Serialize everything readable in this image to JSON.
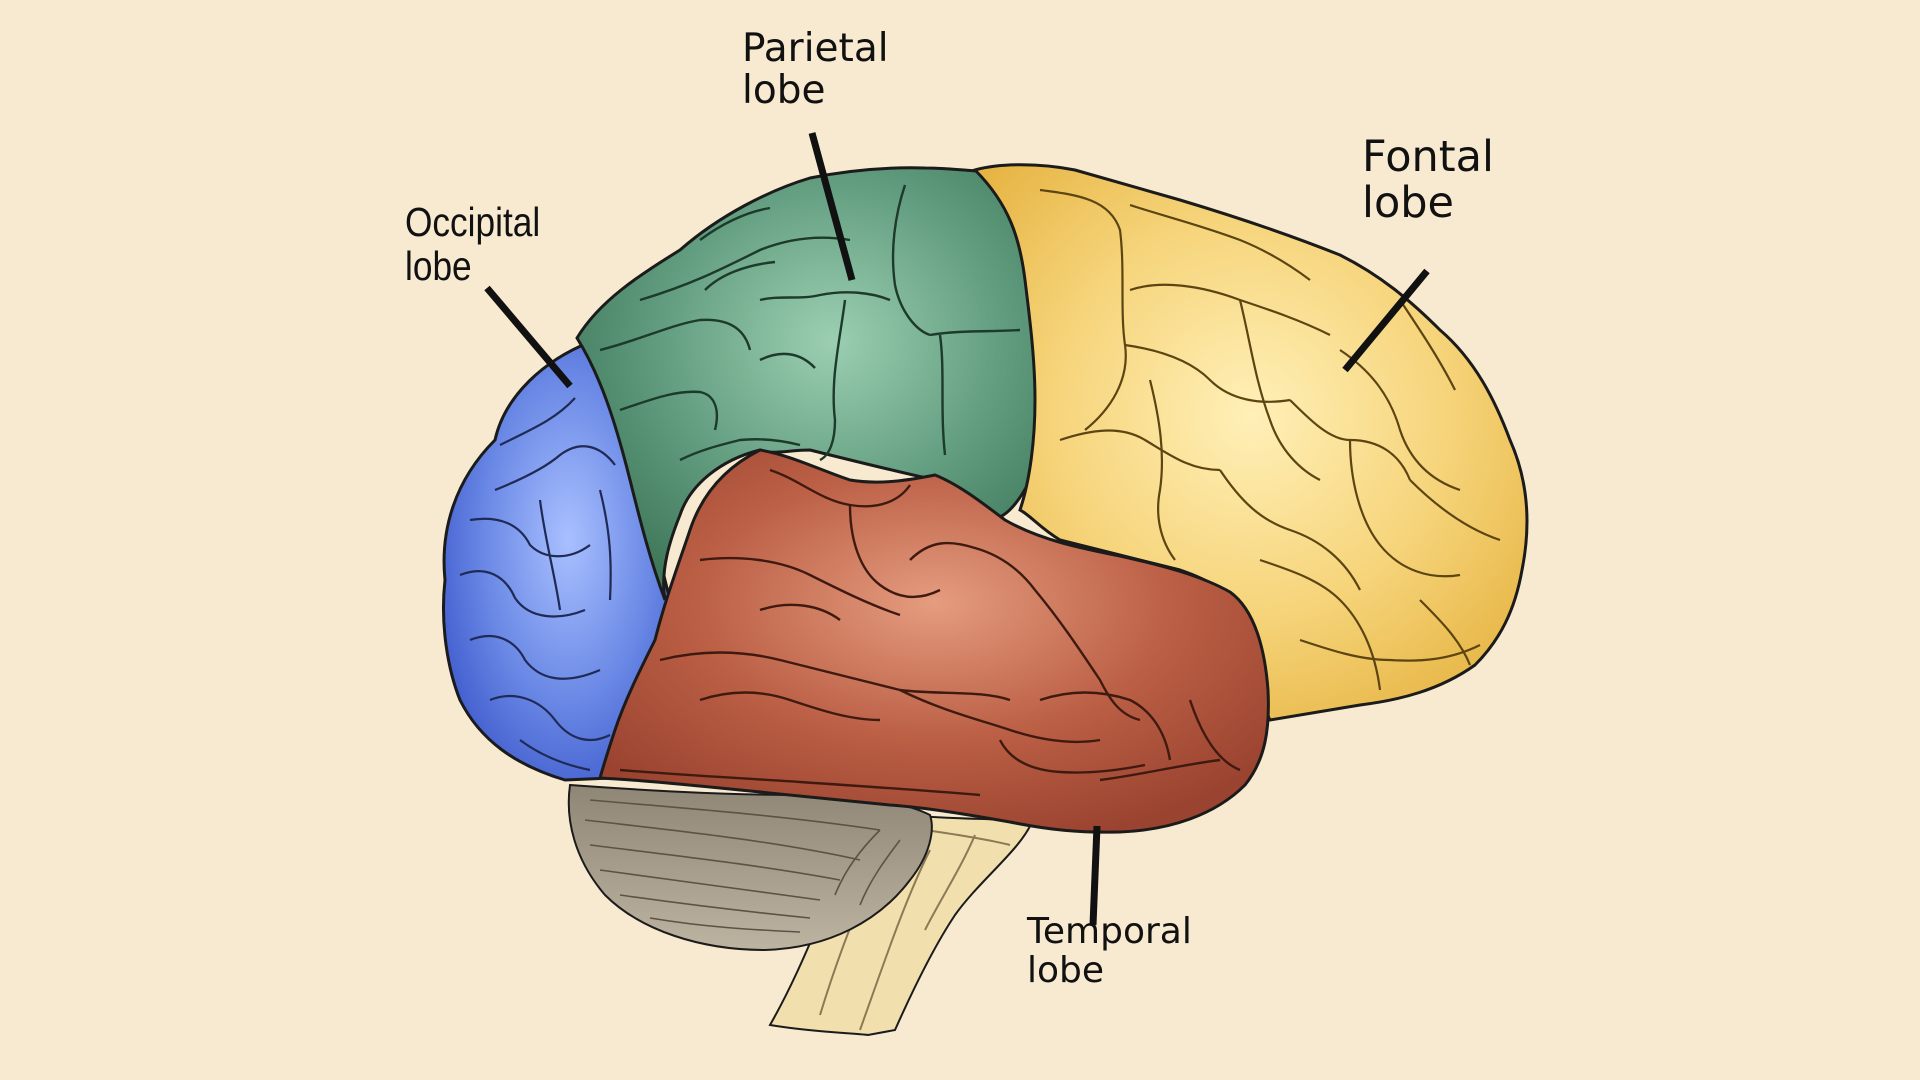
{
  "labels": {
    "occipital": {
      "line1": "Occipital",
      "line2": "lobe"
    },
    "parietal": {
      "line1": "Parietal",
      "line2": "lobe"
    },
    "frontal": {
      "line1": "Fontal",
      "line2": "lobe"
    },
    "temporal": {
      "line1": "Temporal",
      "line2": "lobe"
    }
  },
  "colors": {
    "background": "#f7ead0",
    "occipital_lobe": "#5a78dc",
    "parietal_lobe": "#4f8a6c",
    "frontal_lobe": "#f0c659",
    "temporal_lobe": "#b0533c",
    "cerebellum": "#a79d8a",
    "brainstem": "#f1dfad",
    "outline": "#1b1b1b"
  }
}
